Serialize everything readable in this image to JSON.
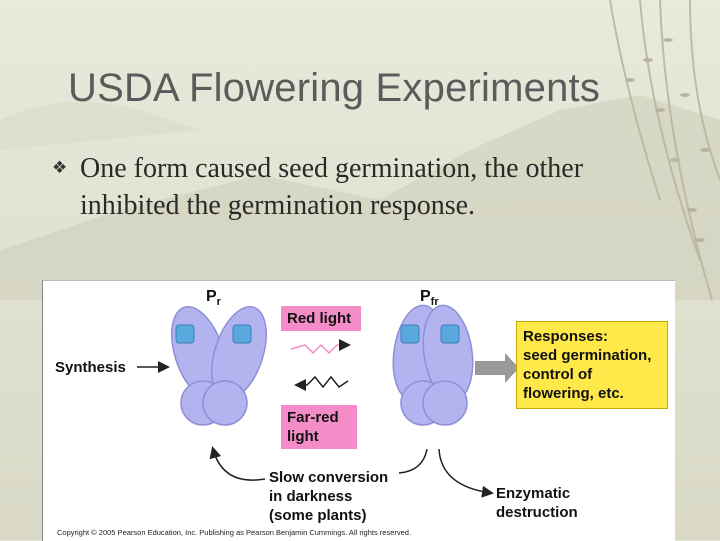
{
  "slide": {
    "title": "USDA Flowering Experiments",
    "bullet_icon": "diamond-flower-bullet-icon",
    "bullet_text": "One form caused seed germination, the other inhibited the germination response."
  },
  "figure": {
    "pr_label": "P",
    "pr_sub": "r",
    "pfr_label": "P",
    "pfr_sub": "fr",
    "red_light": "Red light",
    "far_red_line1": "Far-red",
    "far_red_line2": "light",
    "synthesis": "Synthesis",
    "responses": [
      "Responses:",
      "seed germination,",
      "control of",
      "flowering, etc."
    ],
    "slow_conversion": [
      "Slow conversion",
      "in darkness",
      "(some plants)"
    ],
    "enzymatic": [
      "Enzymatic",
      "destruction"
    ],
    "copyright": "Copyright © 2005 Pearson Education, Inc. Publishing as Pearson Benjamin Cummings. All rights reserved."
  },
  "colors": {
    "protein_fill": "#b3b3f0",
    "protein_dark": "#8f8fd6",
    "chromophore": "#5aa8e0",
    "pink_box": "#f48cc8",
    "yellow_box": "#ffe84a",
    "arrow_gray": "#999999"
  }
}
